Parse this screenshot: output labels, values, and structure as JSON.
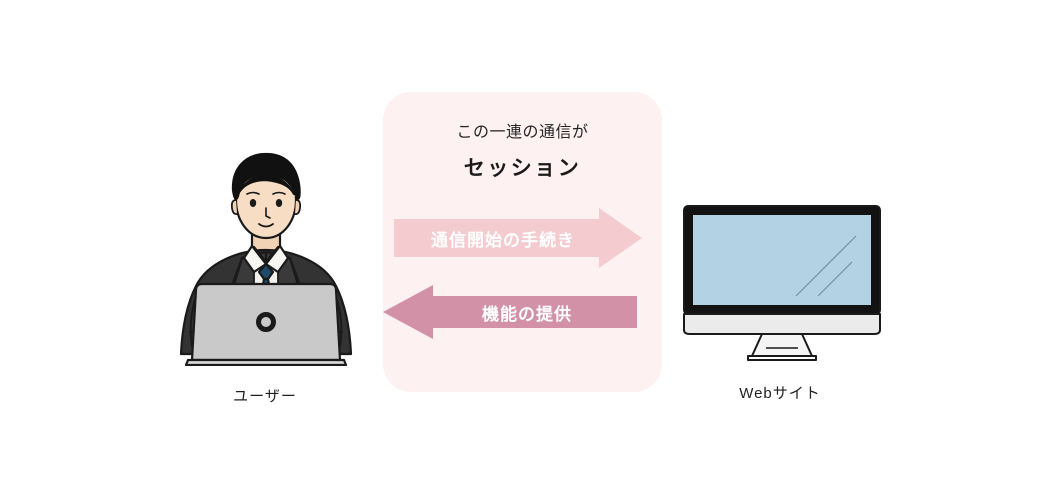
{
  "diagram": {
    "type": "session-communication-diagram",
    "background_color": "#ffffff",
    "panel": {
      "background_color": "#fdf1f2",
      "caption": "この一連の通信が",
      "title": "セッション"
    },
    "arrows": [
      {
        "name": "request-arrow",
        "label": "通信開始の手続き",
        "direction": "right",
        "fill_color": "#f4ccd0",
        "text_color": "#ffffff"
      },
      {
        "name": "response-arrow",
        "label": "機能の提供",
        "direction": "left",
        "fill_color": "#d391a8",
        "text_color": "#ffffff"
      }
    ],
    "actors": [
      {
        "name": "user",
        "caption": "ユーザー",
        "icon": "businessman-with-laptop-illustration",
        "colors": {
          "hair": "#111111",
          "skin": "#f7ddc4",
          "suit": "#333333",
          "shirt": "#f2f0ec",
          "tie": "#1e4a6b",
          "laptop": "#c9c9c9"
        }
      },
      {
        "name": "website",
        "caption": "Webサイト",
        "icon": "desktop-monitor-illustration",
        "colors": {
          "bezel": "#121212",
          "screen": "#b3d3e4",
          "body": "#ebebeb",
          "stand": "#f4f4f4"
        }
      }
    ]
  }
}
